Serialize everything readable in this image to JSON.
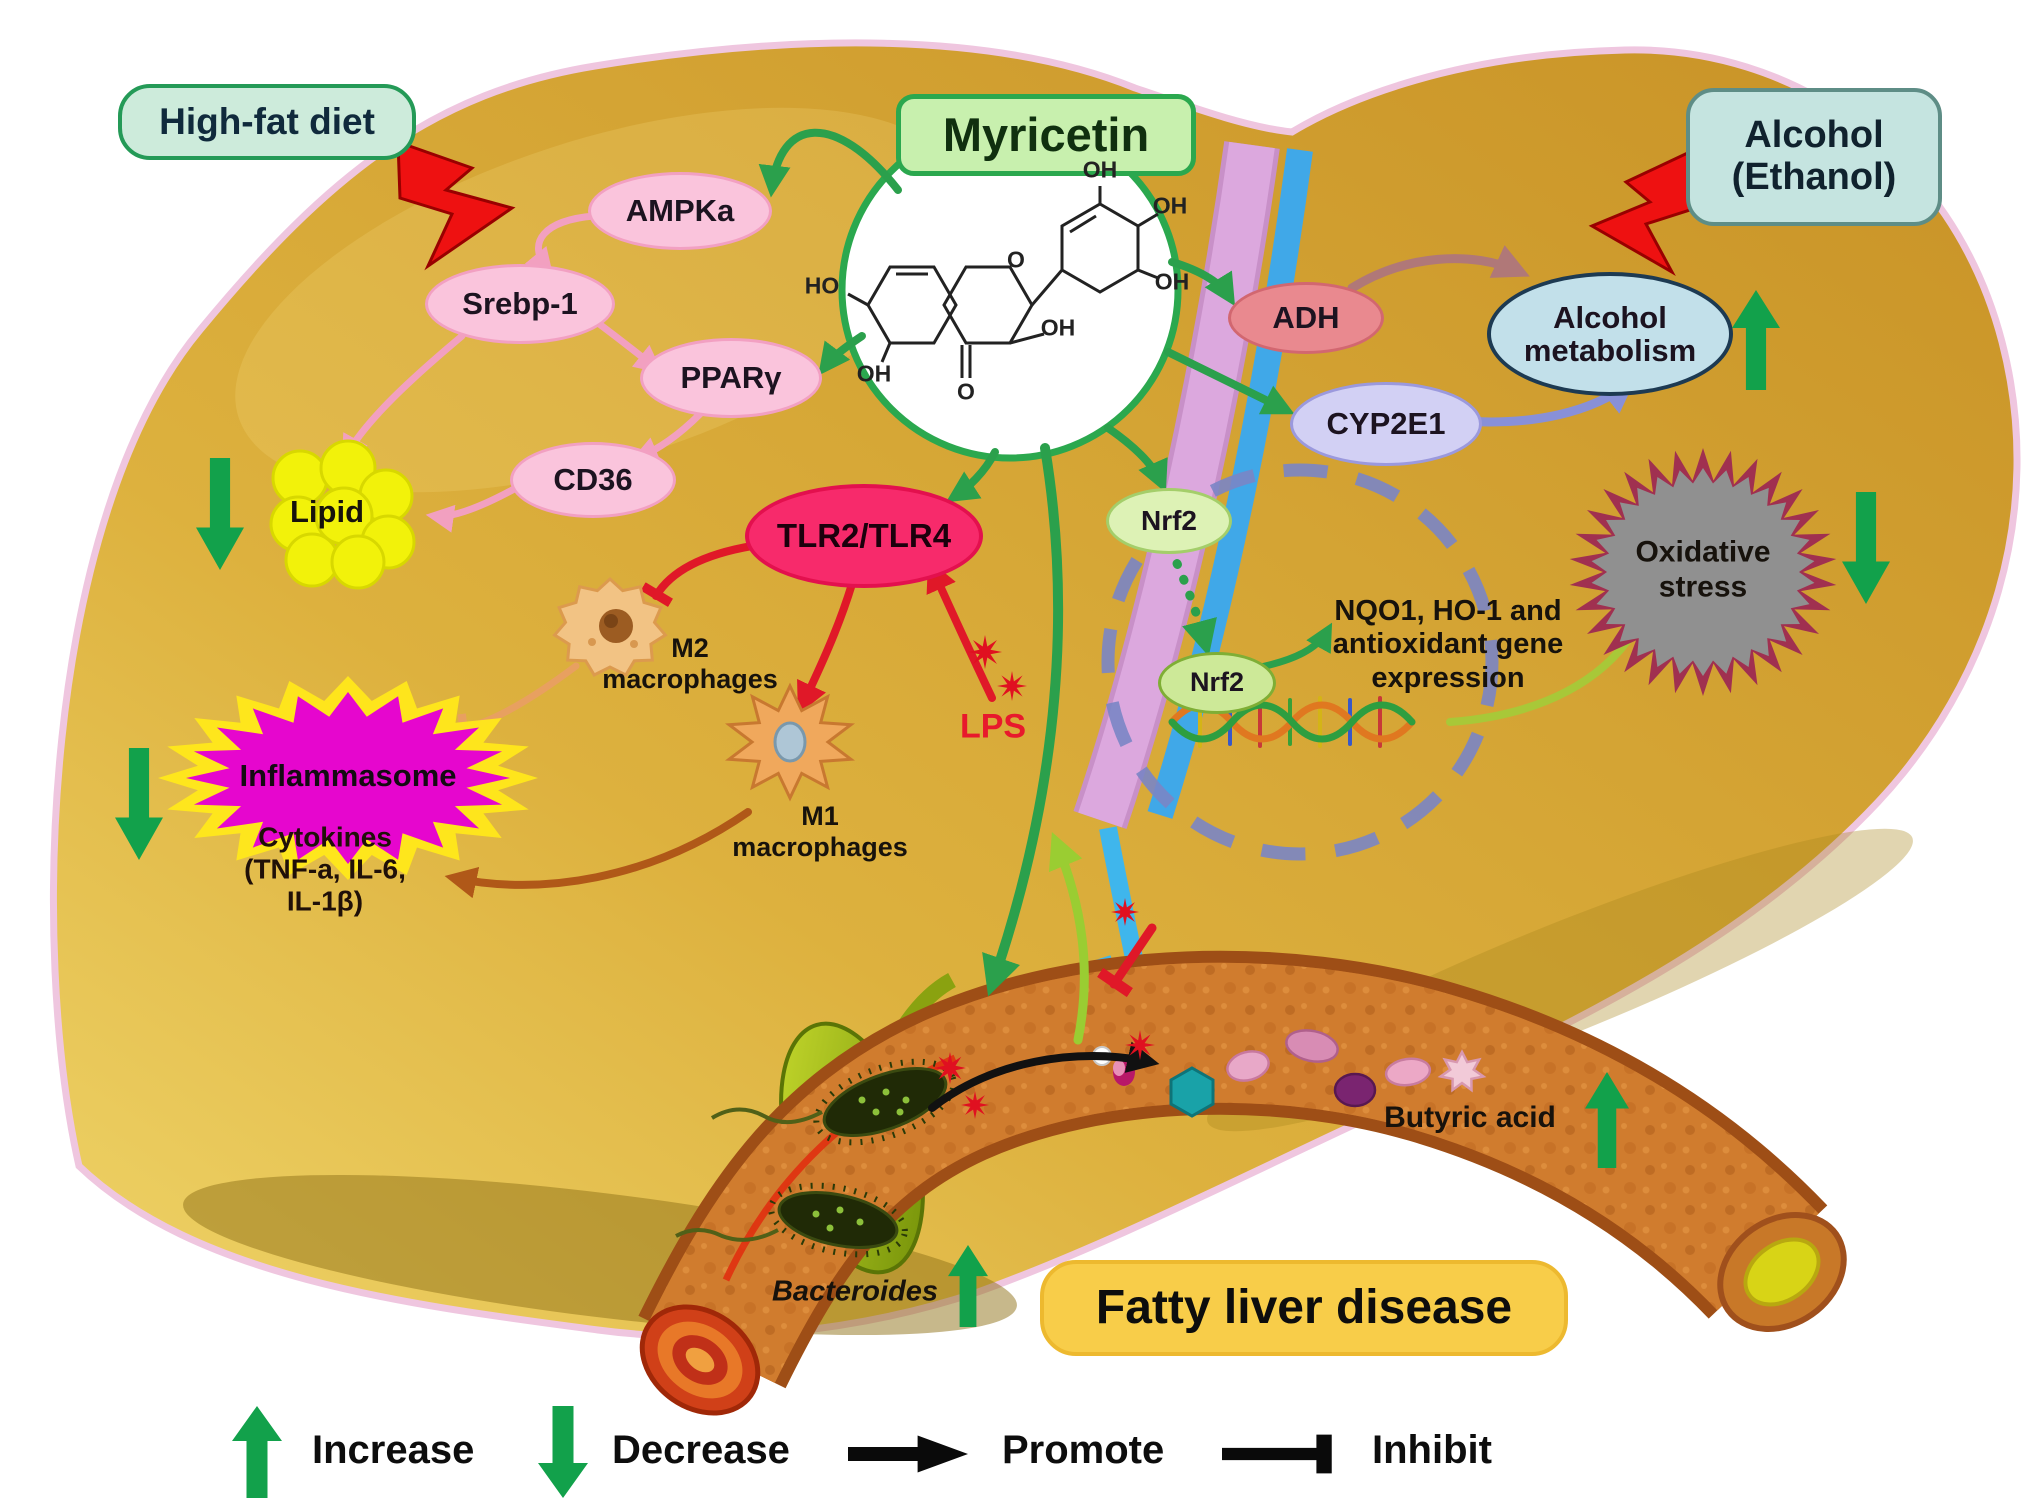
{
  "title": "Myricetin",
  "boxes": {
    "high_fat_diet": "High-fat diet",
    "alcohol": "Alcohol\n(Ethanol)",
    "fatty_liver_disease": "Fatty liver disease"
  },
  "nodes": {
    "ampka": "AMPKa",
    "srebp1": "Srebp-1",
    "ppar": "PPARγ",
    "cd36": "CD36",
    "lipid": "Lipid",
    "tlr": "TLR2/TLR4",
    "m2": "M2\nmacrophages",
    "m1": "M1\nmacrophages",
    "lps": "LPS",
    "inflammasome": "Inflammasome",
    "cytokines": "Cytokines\n(TNF-a, IL-6,\nIL-1β)",
    "adh": "ADH",
    "cyp2e1": "CYP2E1",
    "alcohol_metabolism": "Alcohol\nmetabolism",
    "nrf2_cytosol": "Nrf2",
    "nrf2_nucleus": "Nrf2",
    "antioxidant_genes": "NQO1, HO-1 and\nantioxidant gene\nexpression",
    "oxidative_stress": "Oxidative\nstress",
    "bacteroides": "Bacteroides",
    "butyric_acid": "Butyric acid"
  },
  "molecule": {
    "labels": [
      "HO",
      "O",
      "OH",
      "OH",
      "OH",
      "OH",
      "OH",
      "O"
    ]
  },
  "legend": {
    "increase": "Increase",
    "decrease": "Decrease",
    "promote": "Promote",
    "inhibit": "Inhibit"
  },
  "colors": {
    "liver_gold": "#D8AC3A",
    "accent_green": "#2BA04C",
    "block_arrow_green": "#12A14B",
    "tlr_pink": "#F72A6B",
    "inflammasome_magenta": "#E606CE",
    "lps_red": "#E8192C",
    "fatty_box_yellow": "#F8CD49",
    "myricetin_box_green": "#C8F0AE",
    "alcohol_box_blue": "#C5E4E0",
    "pathway_pink": "#F2A0C0"
  }
}
